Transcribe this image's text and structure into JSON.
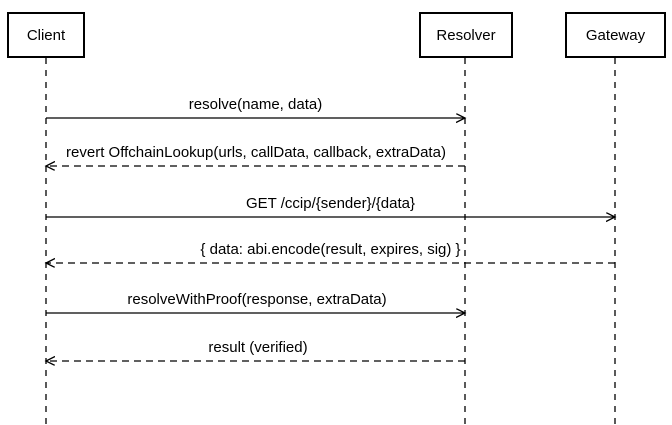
{
  "diagram": {
    "type": "sequence-diagram",
    "participants": [
      {
        "id": "client",
        "name": "Client"
      },
      {
        "id": "resolver",
        "name": "Resolver"
      },
      {
        "id": "gateway",
        "name": "Gateway"
      }
    ],
    "messages": [
      {
        "from": "Client",
        "to": "Resolver",
        "style": "solid",
        "label": "resolve(name, data)"
      },
      {
        "from": "Resolver",
        "to": "Client",
        "style": "dashed",
        "label": "revert OffchainLookup(urls, callData, callback, extraData)"
      },
      {
        "from": "Client",
        "to": "Gateway",
        "style": "solid",
        "label": "GET /ccip/{sender}/{data}"
      },
      {
        "from": "Gateway",
        "to": "Client",
        "style": "dashed",
        "label": "{ data: abi.encode(result, expires, sig) }"
      },
      {
        "from": "Client",
        "to": "Resolver",
        "style": "solid",
        "label": "resolveWithProof(response, extraData)"
      },
      {
        "from": "Resolver",
        "to": "Client",
        "style": "dashed",
        "label": "result (verified)"
      }
    ],
    "colors": {
      "background": "#ffffff",
      "line": "#000000",
      "text": "#000000",
      "participant_fill": "#ffffff"
    }
  }
}
